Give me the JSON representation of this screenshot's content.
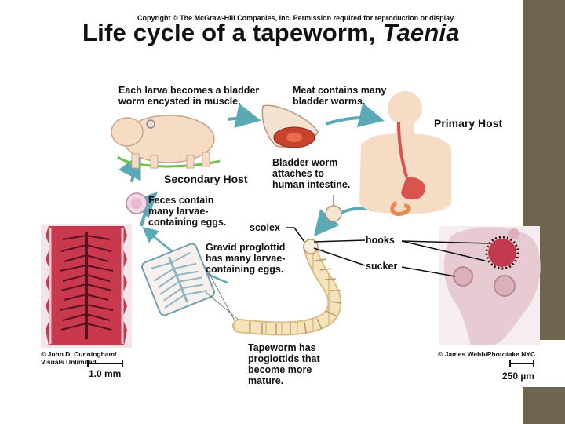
{
  "copyright": "Copyright © The McGraw-Hill Companies, Inc. Permission required for reproduction or display.",
  "title": {
    "main": "Life cycle of a tapeworm, ",
    "genus": "Taenia"
  },
  "labels": {
    "larva": [
      "Each larva becomes a bladder",
      "worm encysted in muscle."
    ],
    "meat": [
      "Meat contains many",
      "bladder worms."
    ],
    "primary_host": "Primary Host",
    "secondary_host": "Secondary Host",
    "bladder_attach": [
      "Bladder worm",
      "attaches to",
      "human intestine."
    ],
    "feces": [
      "Feces contain",
      "many larvae-",
      "containing eggs."
    ],
    "scolex": "scolex",
    "gravid": [
      "Gravid proglottid",
      "has many larvae-",
      "containing eggs."
    ],
    "hooks": "hooks",
    "sucker": "sucker",
    "tapeworm": [
      "Tapeworm has",
      "proglottids that",
      "become more",
      "mature."
    ]
  },
  "credits": {
    "left": [
      "© John D. Cunningham/",
      "Visuals Unlimited"
    ],
    "right": "© James Webb/Phototake NYC"
  },
  "scales": {
    "left": "1.0 mm",
    "right": "250 µm"
  },
  "colors": {
    "arrow": "#5aa9b5",
    "flesh": "#f6dcc4",
    "organ": "#d9534f",
    "micrograph_left": "#c9394e",
    "micrograph_right": "#e8cbd2"
  }
}
